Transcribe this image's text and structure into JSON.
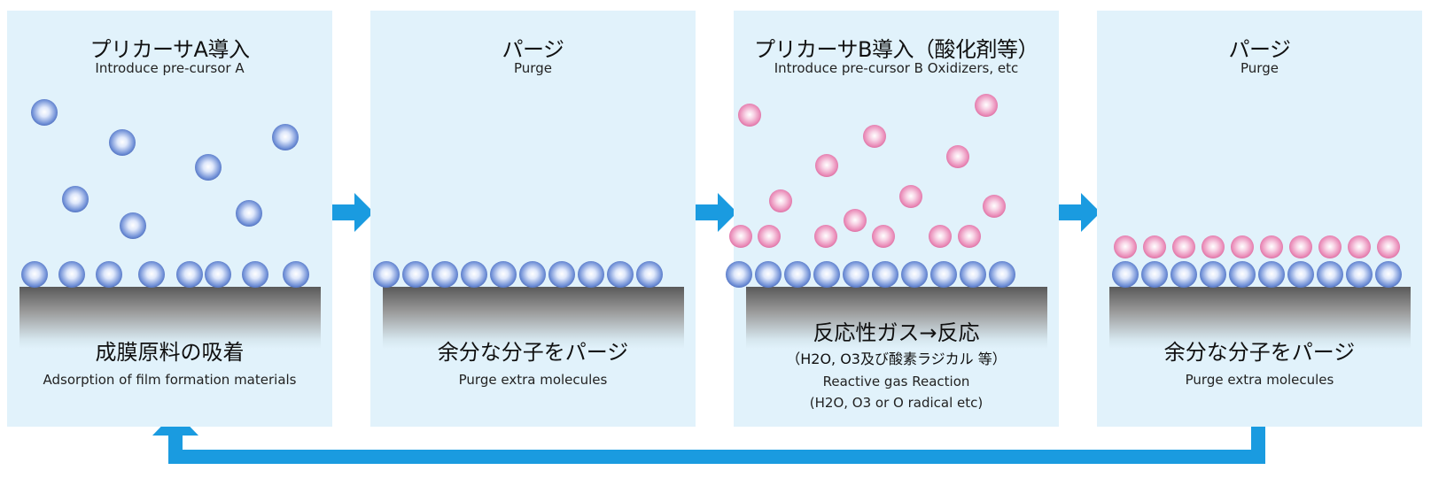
{
  "panels": [
    {
      "title_jp": "プリカーサA導入",
      "title_en": "Introduce pre-cursor A",
      "caption_jp": "成膜原料の吸着",
      "caption_en": "Adsorption of film formation materials"
    },
    {
      "title_jp": "パージ",
      "title_en": "Purge",
      "caption_jp": "余分な分子をパージ",
      "caption_en": "Purge extra molecules"
    },
    {
      "title_jp": "プリカーサB導入（酸化剤等）",
      "title_en": "Introduce pre-cursor B Oxidizers, etc",
      "caption_jp": "反応性ガス→反応",
      "caption_jp2": "（H2O, O3及び酸素ラジカル 等）",
      "caption_en": "Reactive gas Reaction",
      "caption_en2": "(H2O, O3 or O radical etc)"
    },
    {
      "title_jp": "パージ",
      "title_en": "Purge",
      "caption_jp": "余分な分子をパージ",
      "caption_en": "Purge extra molecules"
    }
  ],
  "colors": {
    "panel_bg": "#e1f2fb",
    "arrow": "#1a9be0",
    "precursor_a": "#3a5bb5",
    "precursor_b": "#e07aab"
  }
}
